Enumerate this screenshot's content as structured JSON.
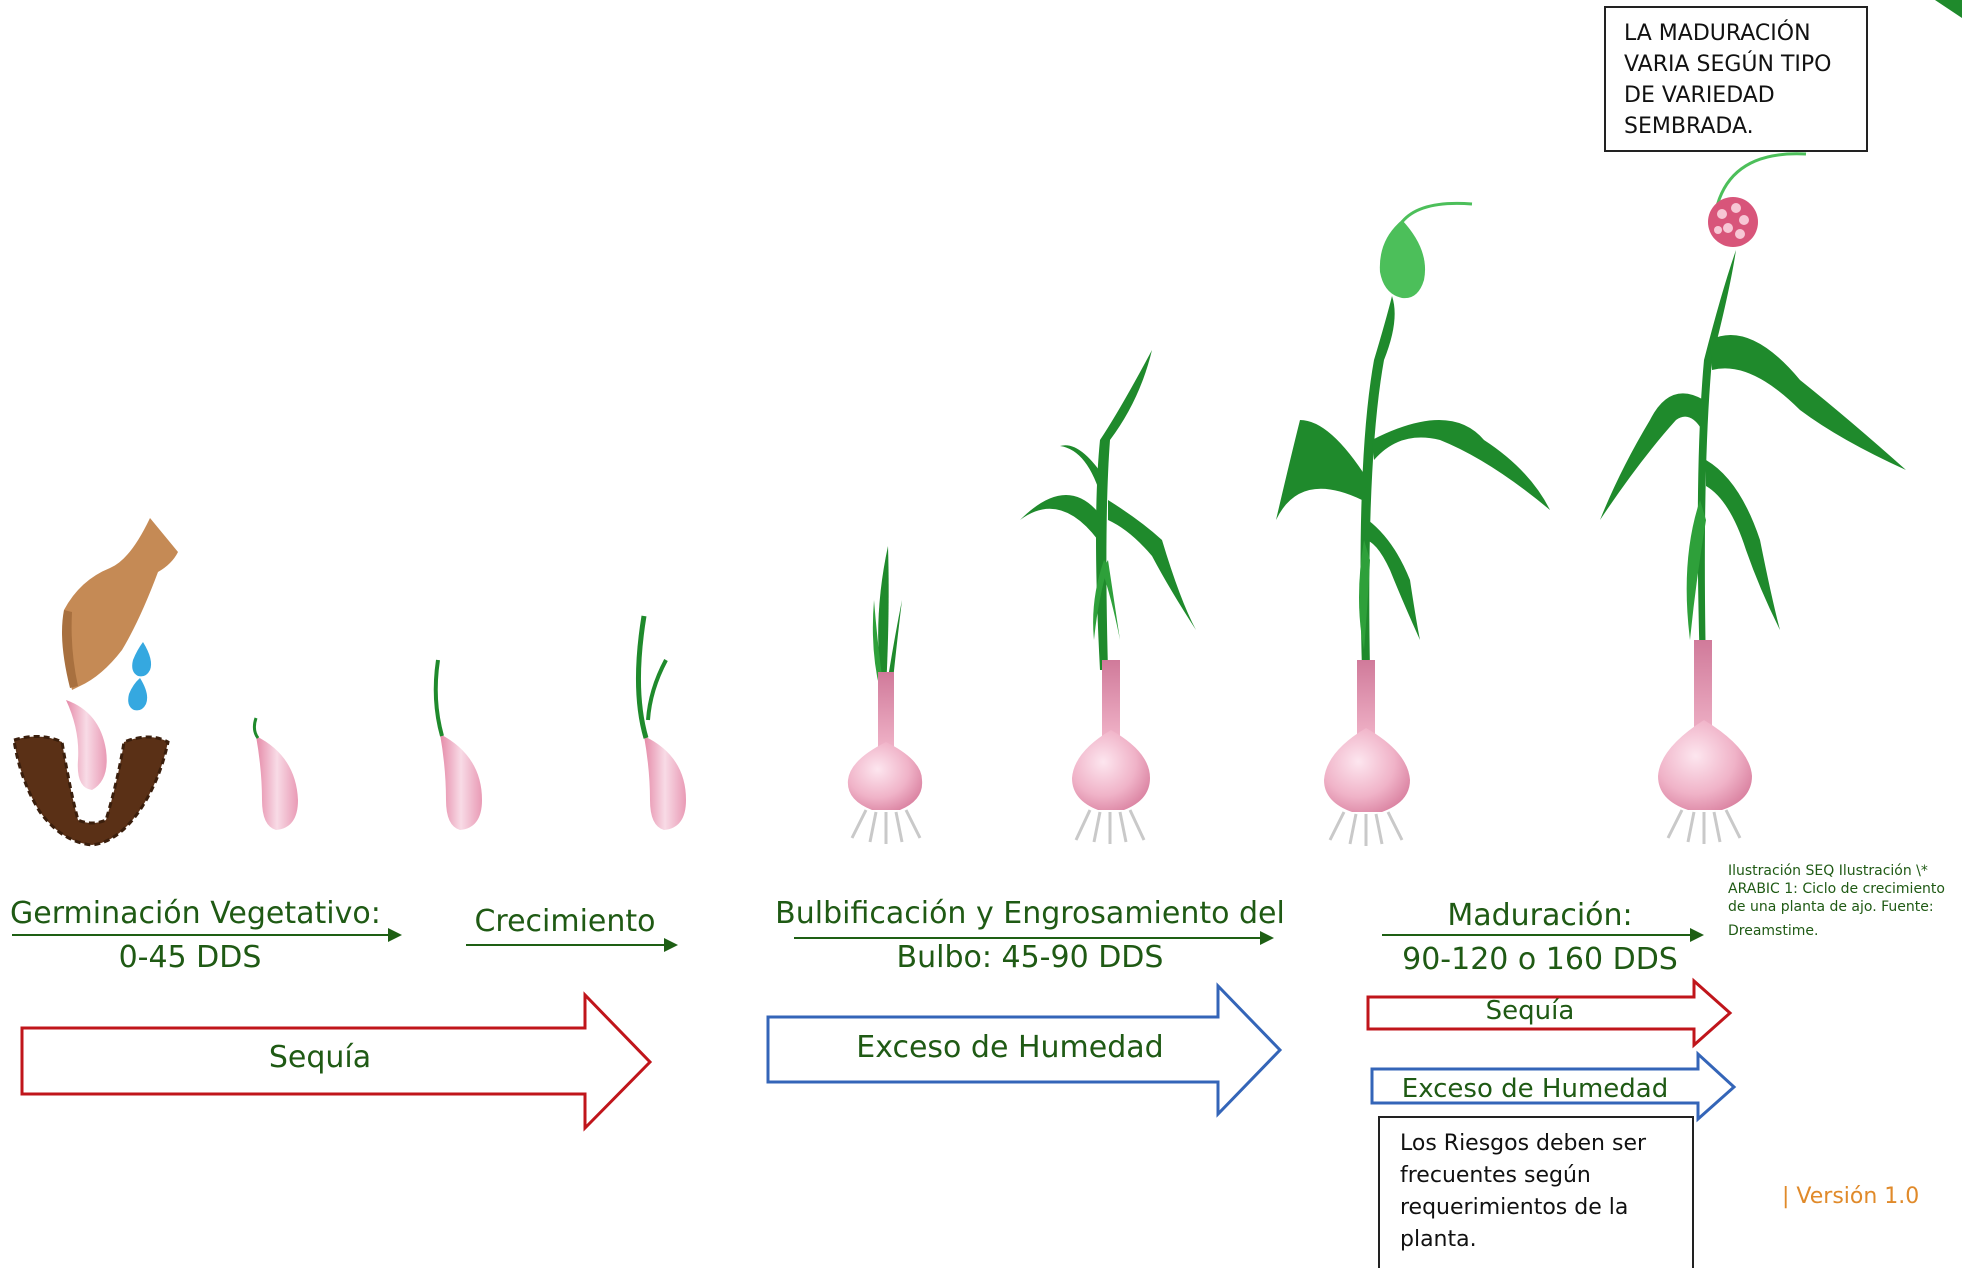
{
  "colors": {
    "label_green": "#1f5a14",
    "drought_red": "#c0151b",
    "humidity_blue": "#3465b8",
    "arrow_green": "#1e5f14",
    "leaf_green": "#1f8a2c",
    "bulb_pink": "#f0b3c8",
    "hand_brown": "#c58a55",
    "soil_brown": "#5a3016",
    "water_blue": "#35a8e0",
    "version_orange": "#e08a2a"
  },
  "stages": [
    {
      "lines": [
        "Germinación Vegetativo:",
        "0-45 DDS"
      ]
    },
    {
      "lines": [
        "Crecimiento"
      ]
    },
    {
      "lines": [
        "Bulbificación y Engrosamiento del",
        "Bulbo: 45-90 DDS"
      ]
    },
    {
      "lines": [
        "Maduración:",
        "90-120 o 160 DDS"
      ]
    }
  ],
  "risks": {
    "drought_main": "Sequía",
    "humidity_main": "Exceso de Humedad",
    "drought_small": "Sequía",
    "humidity_small": "Exceso de Humedad"
  },
  "notes": {
    "maturation": [
      "LA MADURACIÓN",
      "VARIA SEGÚN TIPO",
      "DE VARIEDAD",
      "SEMBRADA."
    ],
    "irrigation": [
      "Los Riesgos deben ser",
      "frecuentes según",
      "requerimientos de la",
      "planta."
    ]
  },
  "caption": [
    "Ilustración  SEQ Ilustración \\*",
    "ARABIC 1: Ciclo de crecimiento",
    "de una planta de ajo. Fuente:",
    "Dreamstime."
  ],
  "version": "| Versión 1.0",
  "icons": [
    "hand-icon",
    "water-drop-icon",
    "soil-icon",
    "garlic-clove-icon",
    "garlic-bulb-icon",
    "garlic-plant-icon",
    "garlic-flower-icon"
  ]
}
